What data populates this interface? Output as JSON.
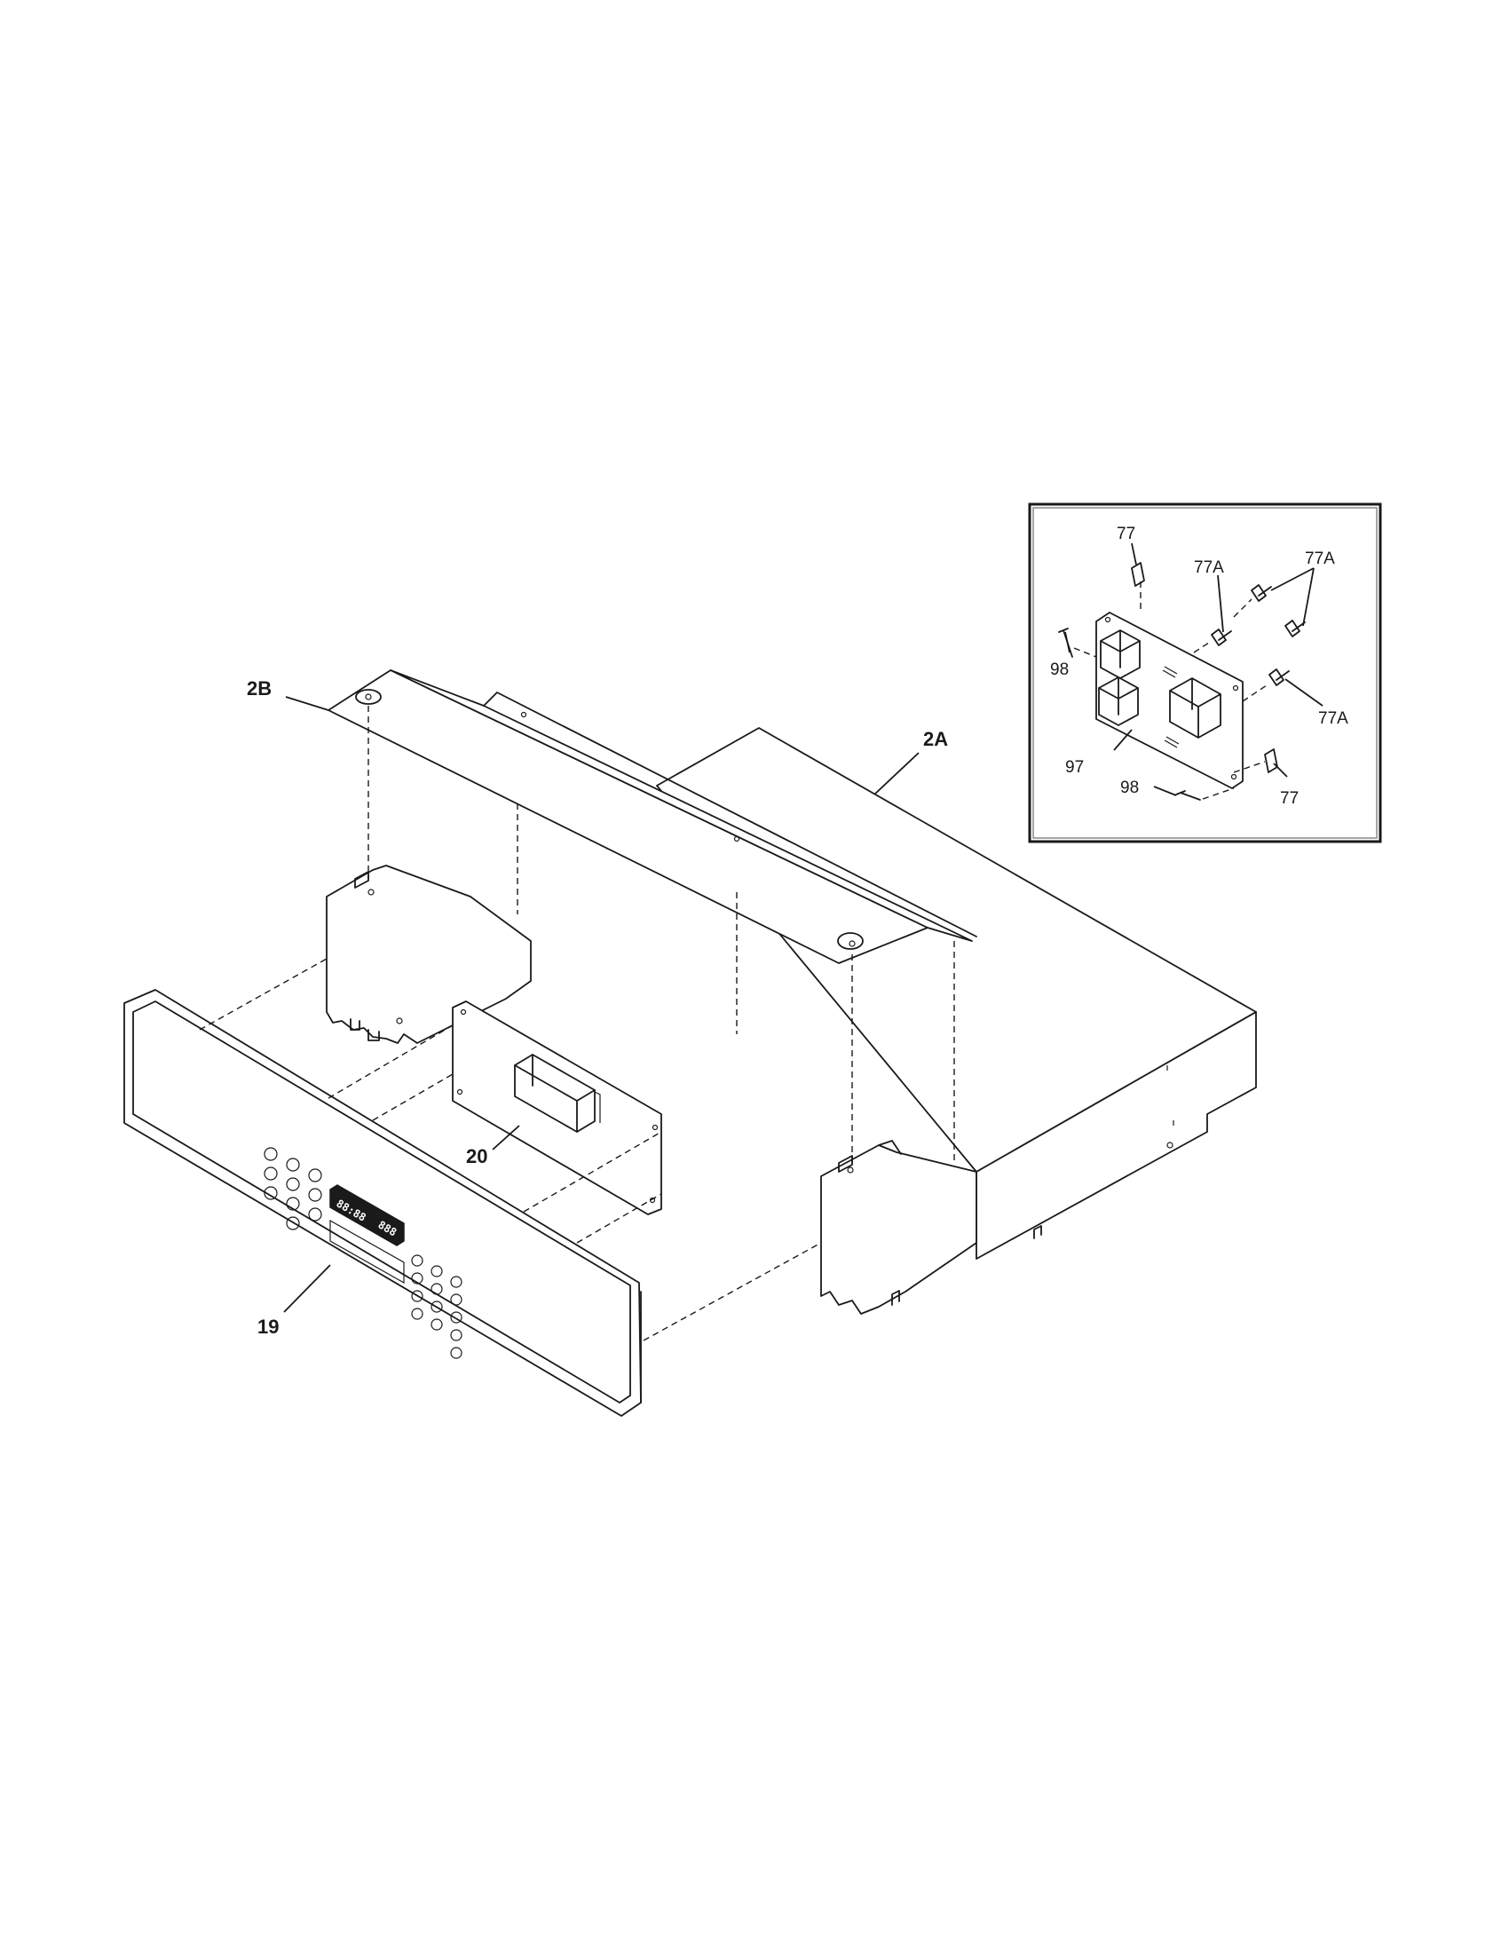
{
  "labels": {
    "top_cover": "2B",
    "housing": "2A",
    "control_board": "20",
    "control_panel": "19",
    "inset_connector_top": "77",
    "inset_connector_bottom": "77",
    "inset_screw_top_left": "77A",
    "inset_screw_top_right": "77A",
    "inset_screw_right": "77A",
    "inset_screw_left": "98",
    "inset_screw_bottom": "98",
    "inset_relay_board": "97"
  },
  "display": {
    "readout": "88:88",
    "readout2": "888"
  }
}
